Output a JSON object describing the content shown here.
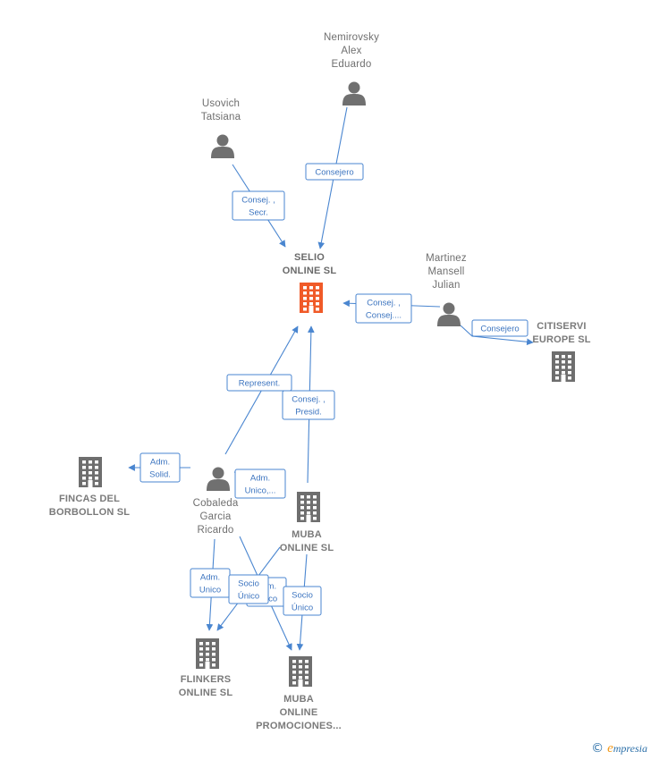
{
  "nodes": [
    {
      "id": "selio",
      "type": "company",
      "focus": true,
      "lines": [
        "SELIO",
        "ONLINE SL"
      ]
    },
    {
      "id": "nemirovsky",
      "type": "person",
      "lines": [
        "Nemirovsky",
        "Alex",
        "Eduardo"
      ]
    },
    {
      "id": "usovich",
      "type": "person",
      "lines": [
        "Usovich",
        "Tatsiana"
      ]
    },
    {
      "id": "martinez",
      "type": "person",
      "lines": [
        "Martinez",
        "Mansell",
        "Julian"
      ]
    },
    {
      "id": "citiservi",
      "type": "company",
      "lines": [
        "CITISERVI",
        "EUROPE SL"
      ]
    },
    {
      "id": "fincas",
      "type": "company",
      "lines": [
        "FINCAS DEL",
        "BORBOLLON SL"
      ]
    },
    {
      "id": "cobaleda",
      "type": "person",
      "lines": [
        "Cobaleda",
        "Garcia",
        "Ricardo"
      ]
    },
    {
      "id": "muba_online",
      "type": "company",
      "lines": [
        "MUBA",
        "ONLINE SL"
      ]
    },
    {
      "id": "flinkers",
      "type": "company",
      "lines": [
        "FLINKERS",
        "ONLINE SL"
      ]
    },
    {
      "id": "muba_promo",
      "type": "company",
      "lines": [
        "MUBA",
        "ONLINE",
        "PROMOCIONES..."
      ]
    }
  ],
  "edges": [
    {
      "from": "nemirovsky",
      "to": "selio",
      "lines": [
        "Consejero"
      ]
    },
    {
      "from": "usovich",
      "to": "selio",
      "lines": [
        "Consej. ,",
        "Secr."
      ]
    },
    {
      "from": "martinez",
      "to": "selio",
      "lines": [
        "Consej. ,",
        "Consej...."
      ]
    },
    {
      "from": "martinez",
      "to": "citiservi",
      "lines": [
        "Consejero"
      ]
    },
    {
      "from": "cobaleda",
      "to": "selio",
      "lines": [
        "Represent."
      ]
    },
    {
      "from": "muba_online",
      "to": "selio",
      "lines": [
        "Consej. ,",
        "Presid."
      ]
    },
    {
      "from": "cobaleda",
      "to": "fincas",
      "lines": [
        "Adm.",
        "Solid."
      ]
    },
    {
      "from": "cobaleda",
      "to": "muba_online",
      "lines": [
        "Adm.",
        "Unico,..."
      ]
    },
    {
      "from": "cobaleda",
      "to": "flinkers",
      "lines": [
        "Adm.",
        "Unico"
      ]
    },
    {
      "from": "cobaleda",
      "to": "muba_promo",
      "lines": [
        "Adm.",
        "Unico"
      ]
    },
    {
      "from": "muba_online",
      "to": "flinkers",
      "lines": [
        "Socio",
        "Único"
      ]
    },
    {
      "from": "muba_online",
      "to": "muba_promo",
      "lines": [
        "Socio",
        "Único"
      ]
    }
  ],
  "colors": {
    "edge": "#4a86d0",
    "node_icon": "#707070",
    "focus_icon": "#f05a28",
    "label": "#6f6f6f"
  },
  "footer": {
    "copyright_symbol": "©",
    "brand_initial": "e",
    "brand_rest": "mpresia"
  }
}
